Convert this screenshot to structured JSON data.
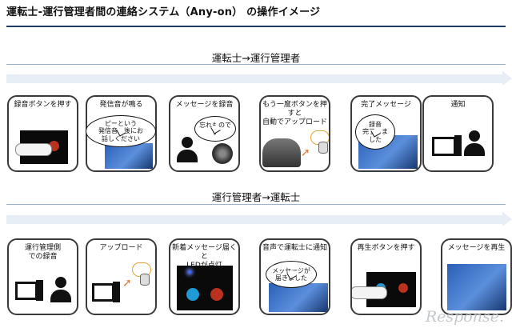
{
  "title": "運転士-運行管理者間の連絡システム（Any-on） の操作イメージ",
  "section1": {
    "heading": "運転士→運行管理者",
    "cards": [
      {
        "label": "録音ボタンを押す"
      },
      {
        "label": "発信音が鳴る",
        "bubble": "ピーという\n発信音の後にお\n話しください"
      },
      {
        "label": "メッセージを録音",
        "bubble": "忘れもので\nす"
      },
      {
        "label": "もう一度ボタンを押すと\n自動でアップロード"
      },
      {
        "label": "完了メッセージ",
        "bubble": "録音\n完了しま\nした"
      },
      {
        "label": "通知"
      }
    ]
  },
  "section2": {
    "heading": "運行管理者→運転士",
    "cards": [
      {
        "label": "運行管理側\nでの録音"
      },
      {
        "label": "アップロード"
      },
      {
        "label": "新着メッセージ届くと\nLEDが点灯"
      },
      {
        "label": "音声で運転士に通知",
        "bubble": "メッセージが\n届きました"
      },
      {
        "label": "再生ボタンを押す"
      },
      {
        "label": "メッセージを再生"
      }
    ]
  },
  "watermark": "Response."
}
